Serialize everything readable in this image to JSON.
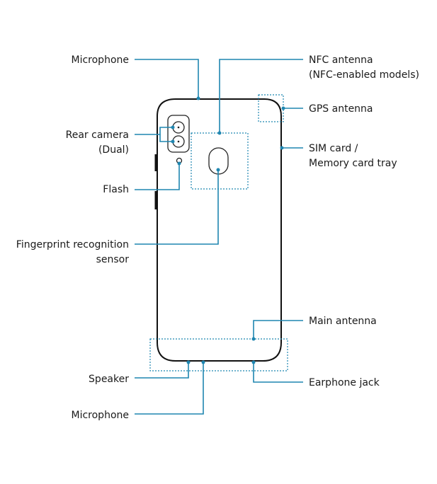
{
  "labels": {
    "microphone_top": "Microphone",
    "nfc_antenna_line1": "NFC antenna",
    "nfc_antenna_line2": "(NFC-enabled models)",
    "gps_antenna": "GPS antenna",
    "rear_camera_line1": "Rear camera",
    "rear_camera_line2": "(Dual)",
    "sim_tray_line1": "SIM card /",
    "sim_tray_line2": "Memory card tray",
    "flash": "Flash",
    "fingerprint_line1": "Fingerprint recognition",
    "fingerprint_line2": "sensor",
    "main_antenna": "Main antenna",
    "speaker": "Speaker",
    "earphone_jack": "Earphone jack",
    "microphone_bottom": "Microphone"
  },
  "colors": {
    "leader_lines": "#1f86b0",
    "phone_outline": "#111111",
    "text": "#1a1a1a",
    "background": "#ffffff"
  }
}
